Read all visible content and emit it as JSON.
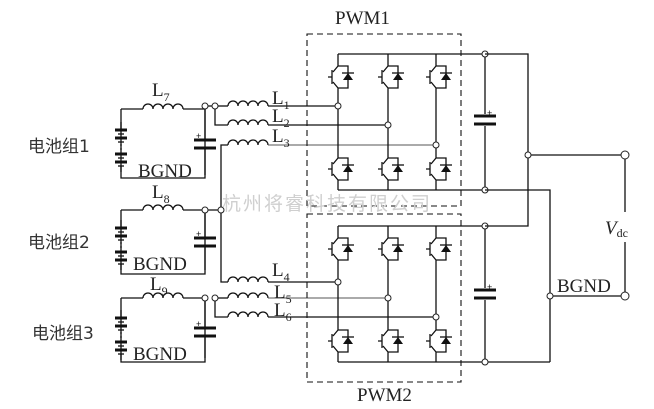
{
  "title": "Three battery groups with coupled inductors feeding two PWM inverter bridges",
  "modules": {
    "pwm1": "PWM1",
    "pwm2": "PWM2"
  },
  "battery_groups": [
    {
      "label": "电池组1",
      "inductor": "L",
      "inductor_sub": "7",
      "ground": "BGND"
    },
    {
      "label": "电池组2",
      "inductor": "L",
      "inductor_sub": "8",
      "ground": "BGND"
    },
    {
      "label": "电池组3",
      "inductor": "L",
      "inductor_sub": "9",
      "ground": "BGND"
    }
  ],
  "phase_inductors": [
    {
      "name": "L",
      "sub": "1"
    },
    {
      "name": "L",
      "sub": "2"
    },
    {
      "name": "L",
      "sub": "3"
    },
    {
      "name": "L",
      "sub": "4"
    },
    {
      "name": "L",
      "sub": "5"
    },
    {
      "name": "L",
      "sub": "6"
    }
  ],
  "output": {
    "voltage_label": "V",
    "voltage_sub": "dc",
    "ground_label": "BGND"
  },
  "capacitor_polarity": "+",
  "watermark": "杭州将睿科技有限公司"
}
